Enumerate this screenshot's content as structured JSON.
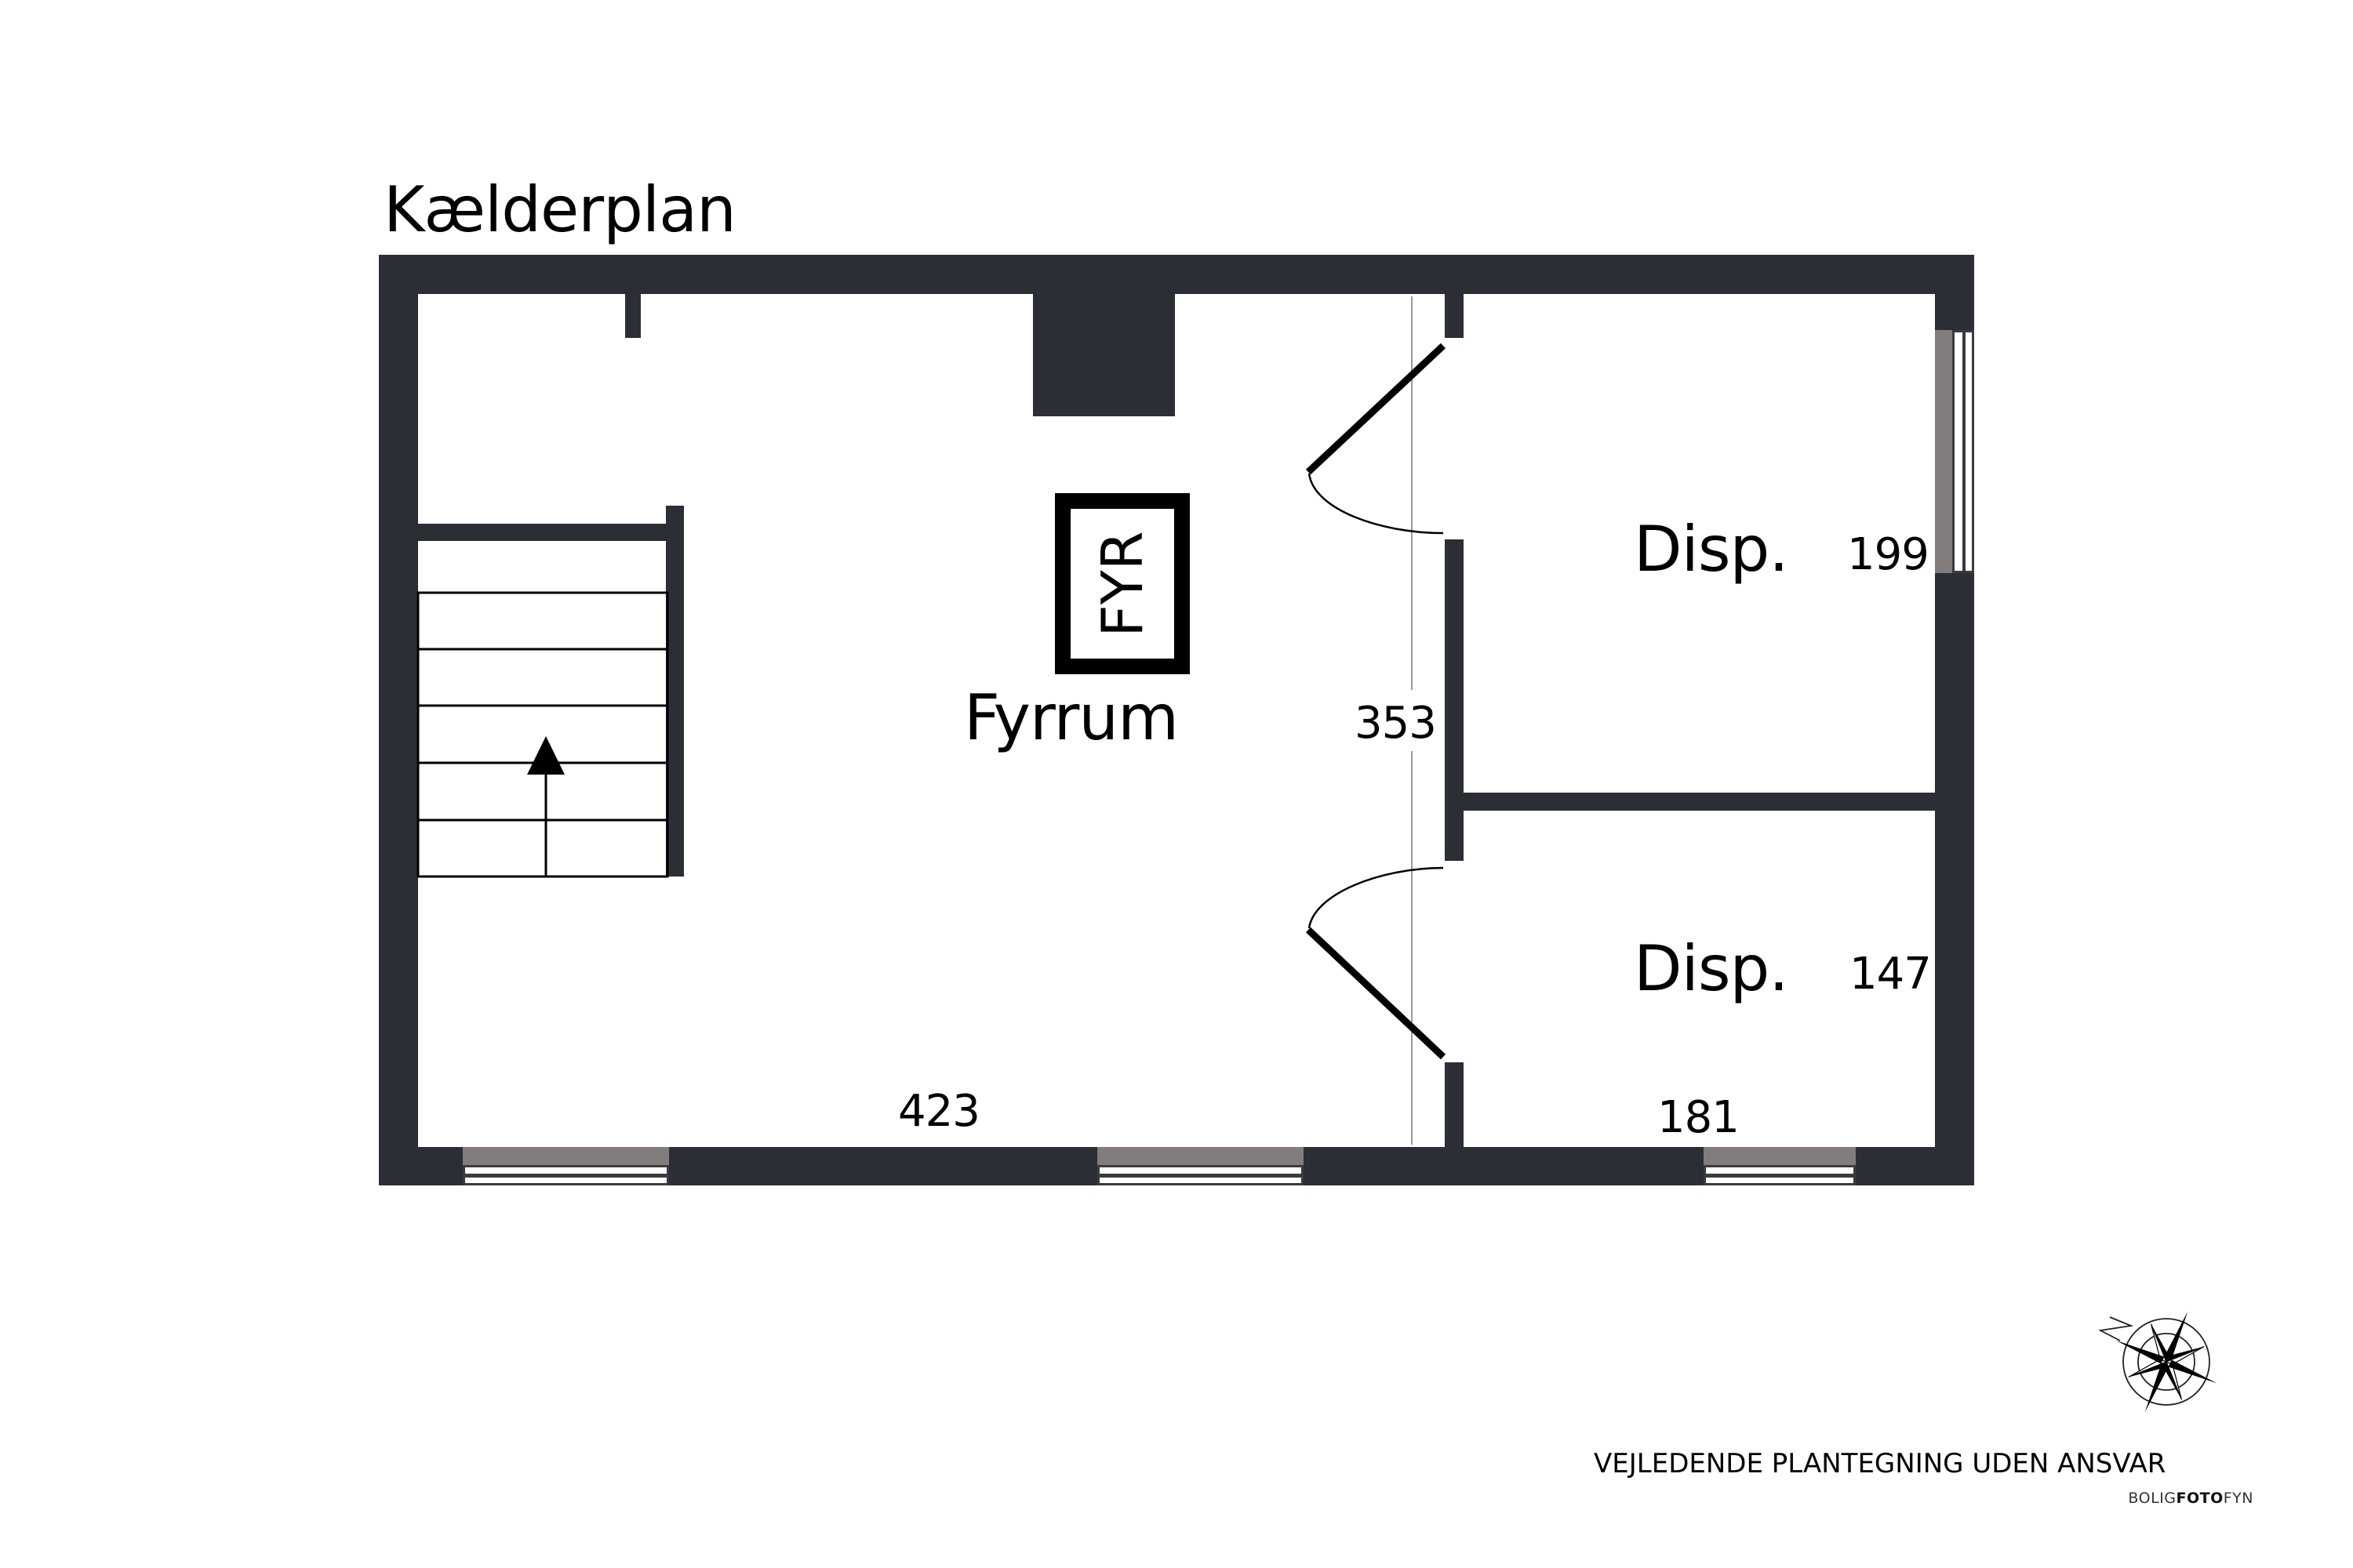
{
  "plan": {
    "title": "Kælderplan",
    "colors": {
      "wall": "#2c2e35",
      "window_frame": "#827d7c",
      "background": "#ffffff",
      "ink": "#000000"
    }
  },
  "rooms": [
    {
      "name": "Fyrrum",
      "dimension_width": "423",
      "dimension_depth": "353"
    },
    {
      "name": "Disp.",
      "dimension": "199"
    },
    {
      "name": "Disp.",
      "dimension": "147",
      "dimension_width": "181"
    }
  ],
  "fixtures": {
    "boiler_label": "FYR",
    "stairs_direction": "up"
  },
  "footer": {
    "disclaimer": "VEJLEDENDE PLANTEGNING UDEN ANSVAR",
    "brand_light_1": "BOLIG",
    "brand_bold": "FOTO",
    "brand_light_2": "FYN"
  },
  "icons": {
    "compass": "compass-rose-icon",
    "stairs_arrow": "arrow-up-icon"
  }
}
